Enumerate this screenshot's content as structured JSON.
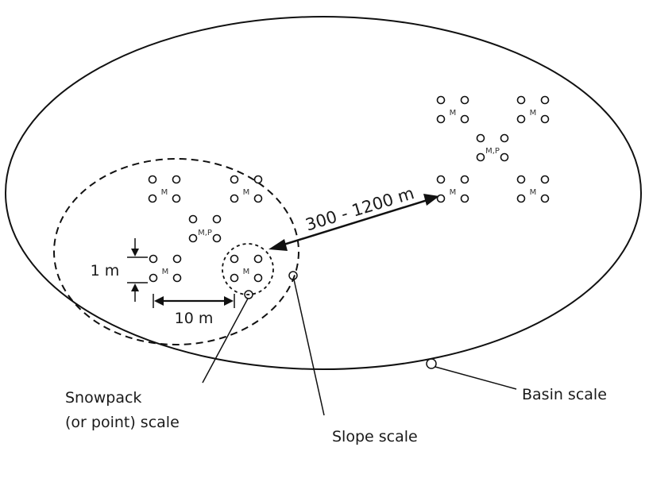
{
  "diagram": {
    "distance_label": "300 - 1200 m",
    "spacing_1m_label": "1 m",
    "spacing_10m_label": "10 m",
    "callouts": {
      "snowpack_line1": "Snowpack",
      "snowpack_line2": "(or point) scale",
      "slope": "Slope scale",
      "basin": "Basin scale"
    },
    "plot_labels": {
      "m": "M",
      "mp": "M,P"
    },
    "colors": {
      "ink": "#111111",
      "background": "#ffffff"
    }
  }
}
